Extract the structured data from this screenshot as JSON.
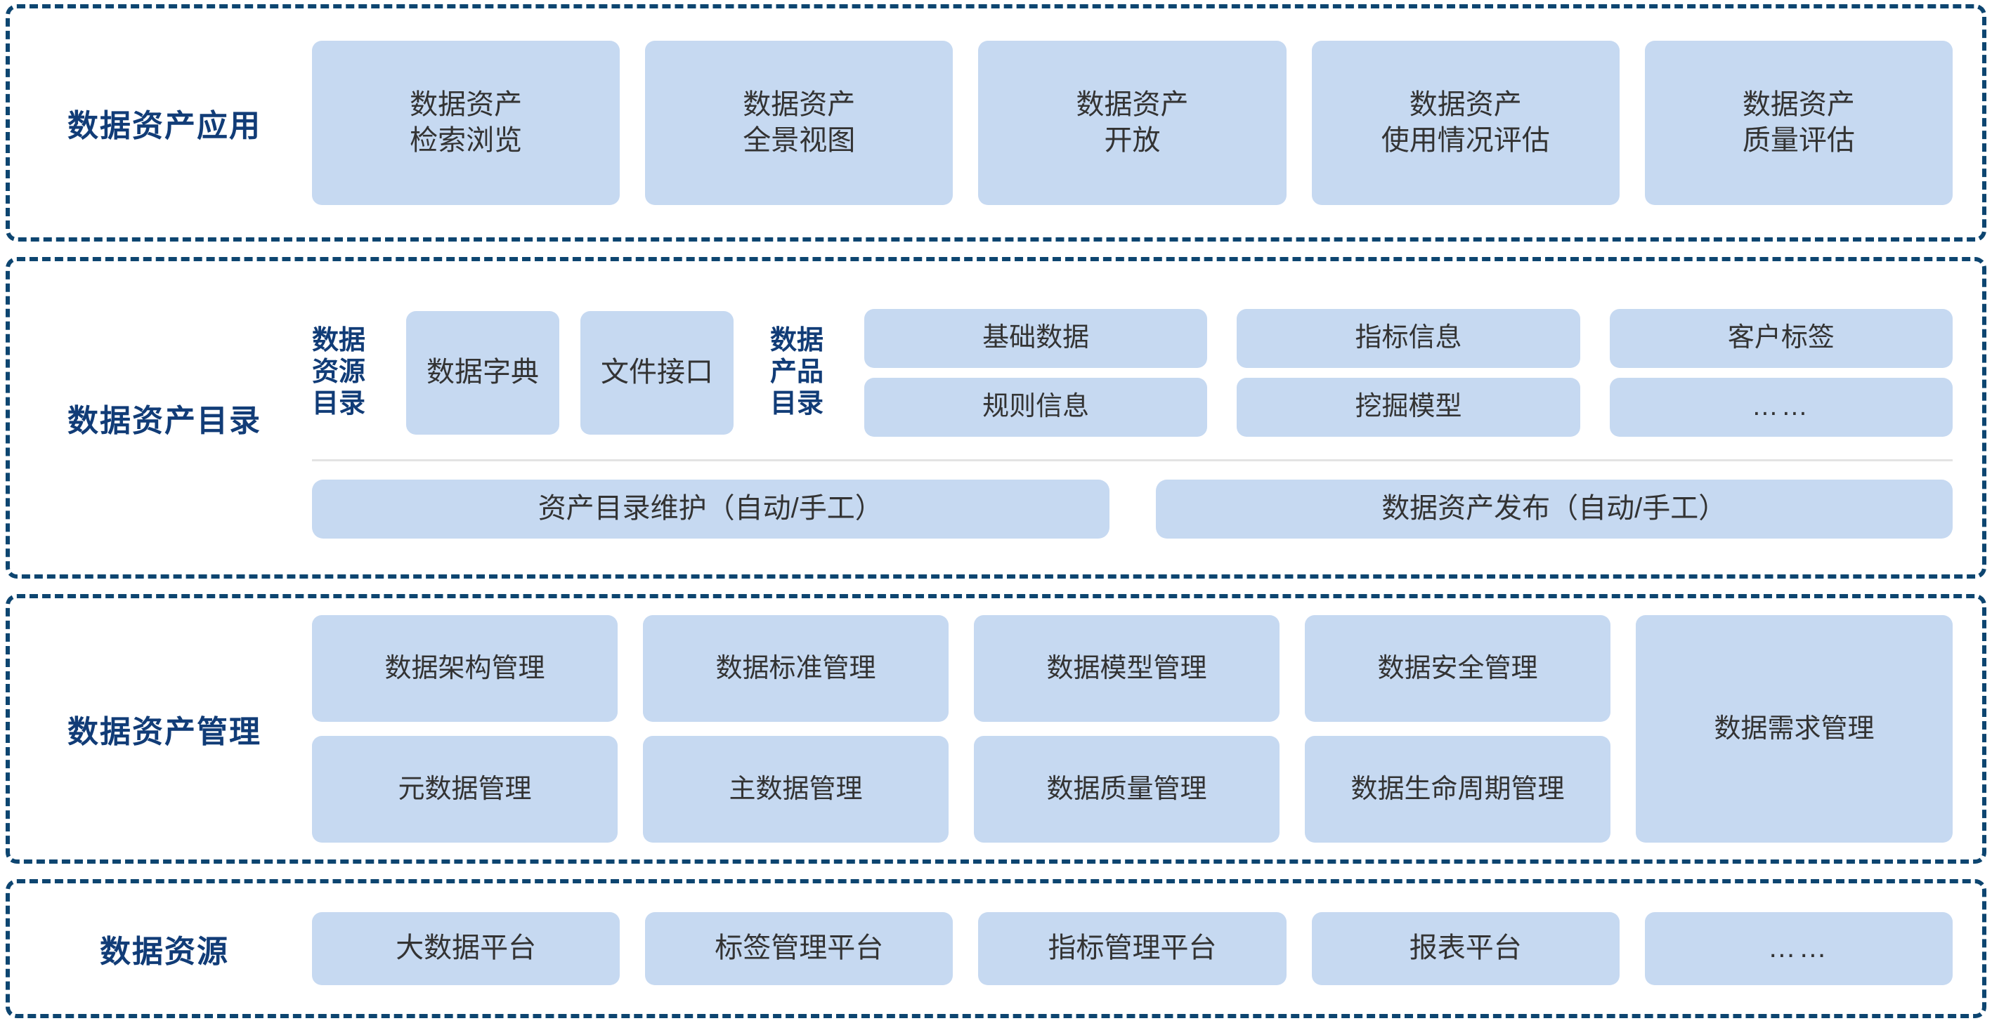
{
  "layers": [
    {
      "id": "data-asset-application",
      "title": "数据资产应用",
      "cards": [
        "数据资产\n检索浏览",
        "数据资产\n全景视图",
        "数据资产\n开放",
        "数据资产\n使用情况评估",
        "数据资产\n质量评估"
      ]
    },
    {
      "id": "data-asset-catalog",
      "title": "数据资产目录",
      "resource_catalog_label": "数据\n资源\n目录",
      "resource_cards": [
        "数据字典",
        "文件接口"
      ],
      "product_catalog_label": "数据\n产品\n目录",
      "product_cards": [
        "基础数据",
        "指标信息",
        "客户标签",
        "规则信息",
        "挖掘模型",
        "……"
      ],
      "bottom_cards": [
        "资产目录维护（自动/手工）",
        "数据资产发布（自动/手工）"
      ]
    },
    {
      "id": "data-asset-management",
      "title": "数据资产管理",
      "columns": [
        [
          "数据架构管理",
          "元数据管理"
        ],
        [
          "数据标准管理",
          "主数据管理"
        ],
        [
          "数据模型管理",
          "数据质量管理"
        ],
        [
          "数据安全管理",
          "数据生命周期管理"
        ]
      ],
      "tall_card": "数据需求管理"
    },
    {
      "id": "data-source",
      "title": "数据资源",
      "cards": [
        "大数据平台",
        "标签管理平台",
        "指标管理平台",
        "报表平台",
        "……"
      ]
    }
  ],
  "colors": {
    "section_border": "#0d4570",
    "card_fill": "#c6d9f1",
    "title_text": "#113c77",
    "card_text": "#333333",
    "divider": "#e3e3e3",
    "background": "#ffffff"
  }
}
